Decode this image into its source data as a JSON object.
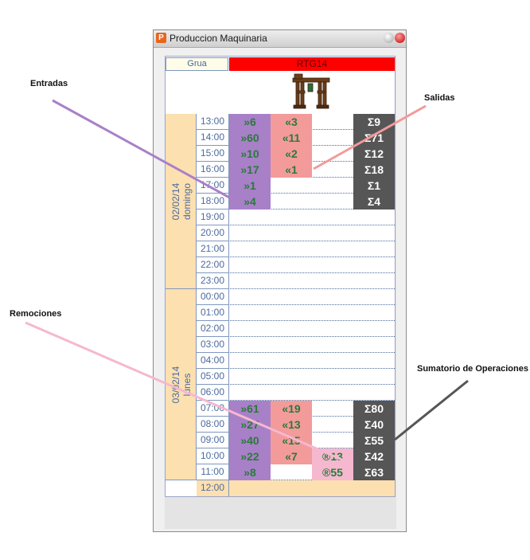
{
  "window": {
    "title": "Produccion Maquinaria"
  },
  "header": {
    "grua_label": "Grua",
    "machine_name": "RTG14"
  },
  "days": [
    {
      "date": "02/02/14",
      "weekday": "domingo"
    },
    {
      "date": "03/02/14",
      "weekday": "lunes"
    }
  ],
  "hours": [
    "13:00",
    "14:00",
    "15:00",
    "16:00",
    "17:00",
    "18:00",
    "19:00",
    "20:00",
    "21:00",
    "22:00",
    "23:00",
    "00:00",
    "01:00",
    "02:00",
    "03:00",
    "04:00",
    "05:00",
    "06:00",
    "07:00",
    "08:00",
    "09:00",
    "10:00",
    "11:00",
    "12:00"
  ],
  "cells": {
    "entradas": [
      {
        "row": 0,
        "text": "»6"
      },
      {
        "row": 1,
        "text": "»60"
      },
      {
        "row": 2,
        "text": "»10"
      },
      {
        "row": 3,
        "text": "»17"
      },
      {
        "row": 4,
        "text": "»1"
      },
      {
        "row": 5,
        "text": "»4"
      },
      {
        "row": 18,
        "text": "»61"
      },
      {
        "row": 19,
        "text": "»27"
      },
      {
        "row": 20,
        "text": "»40"
      },
      {
        "row": 21,
        "text": "»22"
      },
      {
        "row": 22,
        "text": "»8"
      }
    ],
    "salidas": [
      {
        "row": 0,
        "text": "«3"
      },
      {
        "row": 1,
        "text": "«11"
      },
      {
        "row": 2,
        "text": "«2"
      },
      {
        "row": 3,
        "text": "«1"
      },
      {
        "row": 18,
        "text": "«19"
      },
      {
        "row": 19,
        "text": "«13"
      },
      {
        "row": 20,
        "text": "«15"
      },
      {
        "row": 21,
        "text": "«7"
      }
    ],
    "remociones": [
      {
        "row": 21,
        "text": "®13"
      },
      {
        "row": 22,
        "text": "®55"
      }
    ],
    "sumatorio": [
      {
        "row": 0,
        "text": "Σ9"
      },
      {
        "row": 1,
        "text": "Σ71"
      },
      {
        "row": 2,
        "text": "Σ12"
      },
      {
        "row": 3,
        "text": "Σ18"
      },
      {
        "row": 4,
        "text": "Σ1"
      },
      {
        "row": 5,
        "text": "Σ4"
      },
      {
        "row": 18,
        "text": "Σ80"
      },
      {
        "row": 19,
        "text": "Σ40"
      },
      {
        "row": 20,
        "text": "Σ55"
      },
      {
        "row": 21,
        "text": "Σ42"
      },
      {
        "row": 22,
        "text": "Σ63"
      }
    ]
  },
  "callouts": {
    "entradas": "Entradas",
    "salidas": "Salidas",
    "remociones": "Remociones",
    "sumatorio": "Sumatorio de Operaciones"
  },
  "colors": {
    "entradas": "#a880c8",
    "salidas": "#f39a9a",
    "remociones": "#f5b8cf",
    "sumatorio": "#565656",
    "machine_header": "#ff0000",
    "day_band": "#fde0b0"
  }
}
